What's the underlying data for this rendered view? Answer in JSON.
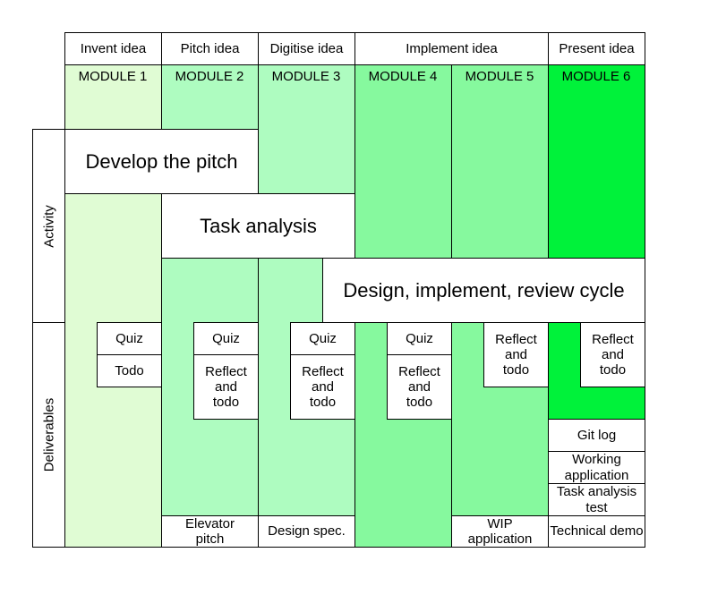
{
  "phases": [
    "Invent idea",
    "Pitch idea",
    "Digitise idea",
    "Implement idea",
    "Present idea"
  ],
  "modules": [
    "MODULE 1",
    "MODULE 2",
    "MODULE 3",
    "MODULE 4",
    "MODULE 5",
    "MODULE 6"
  ],
  "module_colors": [
    "#e0fcd4",
    "#aefcc0",
    "#aefcc0",
    "#86f99e",
    "#86f99e",
    "#00f23a"
  ],
  "rows": {
    "activity": "Activity",
    "deliverables": "Deliverables"
  },
  "activities": {
    "pitch": "Develop the pitch",
    "task_analysis": "Task analysis",
    "cycle": "Design, implement, review cycle"
  },
  "deliverables": {
    "m1": [
      "Quiz",
      "Todo"
    ],
    "m2": [
      "Quiz",
      "Reflect and todo"
    ],
    "m3": [
      "Quiz",
      "Reflect and todo"
    ],
    "m4": [
      "Quiz",
      "Reflect and todo"
    ],
    "m5": [
      "Reflect and todo"
    ],
    "m6": [
      "Reflect and todo"
    ],
    "final": [
      "Git log",
      "Working application",
      "Task analysis test",
      "Technical demo"
    ],
    "elevator": "Elevator pitch",
    "design_spec": "Design spec.",
    "wip": "WIP application"
  }
}
